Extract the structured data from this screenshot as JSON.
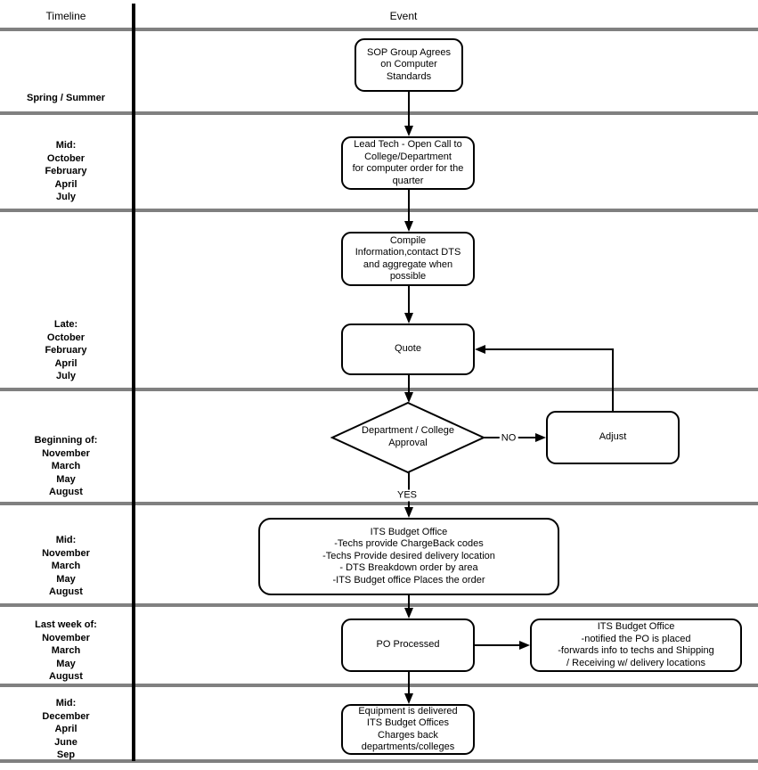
{
  "colors": {
    "stroke": "#000000",
    "lane_divider": "#808080",
    "node_fill": "#ffffff",
    "text": "#000000"
  },
  "columns": {
    "timeline_header": "Timeline",
    "event_header": "Event"
  },
  "timeline_labels": [
    "Spring / Summer",
    "Mid:\nOctober\nFebruary\nApril\nJuly",
    "Late:\nOctober\nFebruary\nApril\nJuly",
    "Beginning of:\nNovember\nMarch\nMay\nAugust",
    "Mid:\nNovember\nMarch\nMay\nAugust",
    "Last week of:\nNovember\nMarch\nMay\nAugust",
    "Mid:\nDecember\nApril\nJune\nSep"
  ],
  "nodes": {
    "sop": "SOP Group Agrees\non Computer\nStandards",
    "lead_tech": "Lead Tech - Open Call to\nCollege/Department\nfor computer order for the\nquarter",
    "compile": "Compile\nInformation,contact DTS\nand aggregate when\npossible",
    "quote": "Quote",
    "adjust": "Adjust",
    "budget_order": "ITS Budget Office\n-Techs provide ChargeBack codes\n-Techs Provide desired delivery location\n- DTS Breakdown order by area\n-ITS Budget office Places the order",
    "po_processed": "PO Processed",
    "budget_notify": "ITS Budget Office\n-notified the PO is placed\n-forwards info to techs and Shipping\n/ Receiving w/ delivery locations",
    "equipment": "Equipment is delivered\nITS Budget Offices\nCharges back\ndepartments/colleges"
  },
  "decision": {
    "label": "Department / College\nApproval",
    "branch_no": "NO",
    "branch_yes": "YES"
  }
}
